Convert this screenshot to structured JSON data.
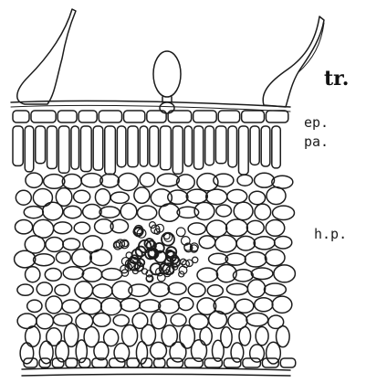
{
  "figure": {
    "labels": [
      {
        "id": "tr",
        "text": "tr."
      },
      {
        "id": "ep",
        "text": "ep."
      },
      {
        "id": "pa",
        "text": "pa."
      },
      {
        "id": "hp",
        "text": "h.p."
      }
    ]
  },
  "colors": {
    "ink": "#1c1c1c",
    "paper": "#ffffff"
  }
}
